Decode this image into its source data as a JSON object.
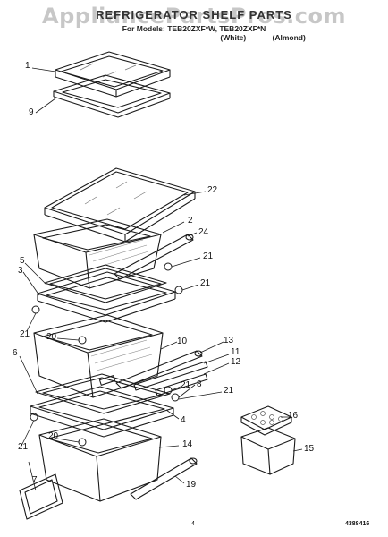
{
  "header": {
    "title": "REFRIGERATOR SHELF PARTS",
    "models": "For Models: TEB20ZXF*W, TEB20ZXF*N",
    "colors": [
      "(White)",
      "(Almond)"
    ]
  },
  "watermark": "AppliancePartsPros.com",
  "callouts": {
    "c1": "1",
    "c9": "9",
    "c22": "22",
    "c2": "2",
    "c24": "24",
    "c5": "5",
    "c3": "3",
    "c21a": "21",
    "c21b": "21",
    "c21c": "21",
    "c20a": "20",
    "c10": "10",
    "c13": "13",
    "c11": "11",
    "c12": "12",
    "c6": "6",
    "c21d": "21",
    "c8": "8",
    "c21e": "21",
    "c4": "4",
    "c16": "16",
    "c7": "7",
    "c21f": "21",
    "c20b": "20",
    "c14": "14",
    "c15": "15",
    "c19": "19"
  },
  "footer": {
    "page": "4",
    "doc_number": "4388416"
  }
}
